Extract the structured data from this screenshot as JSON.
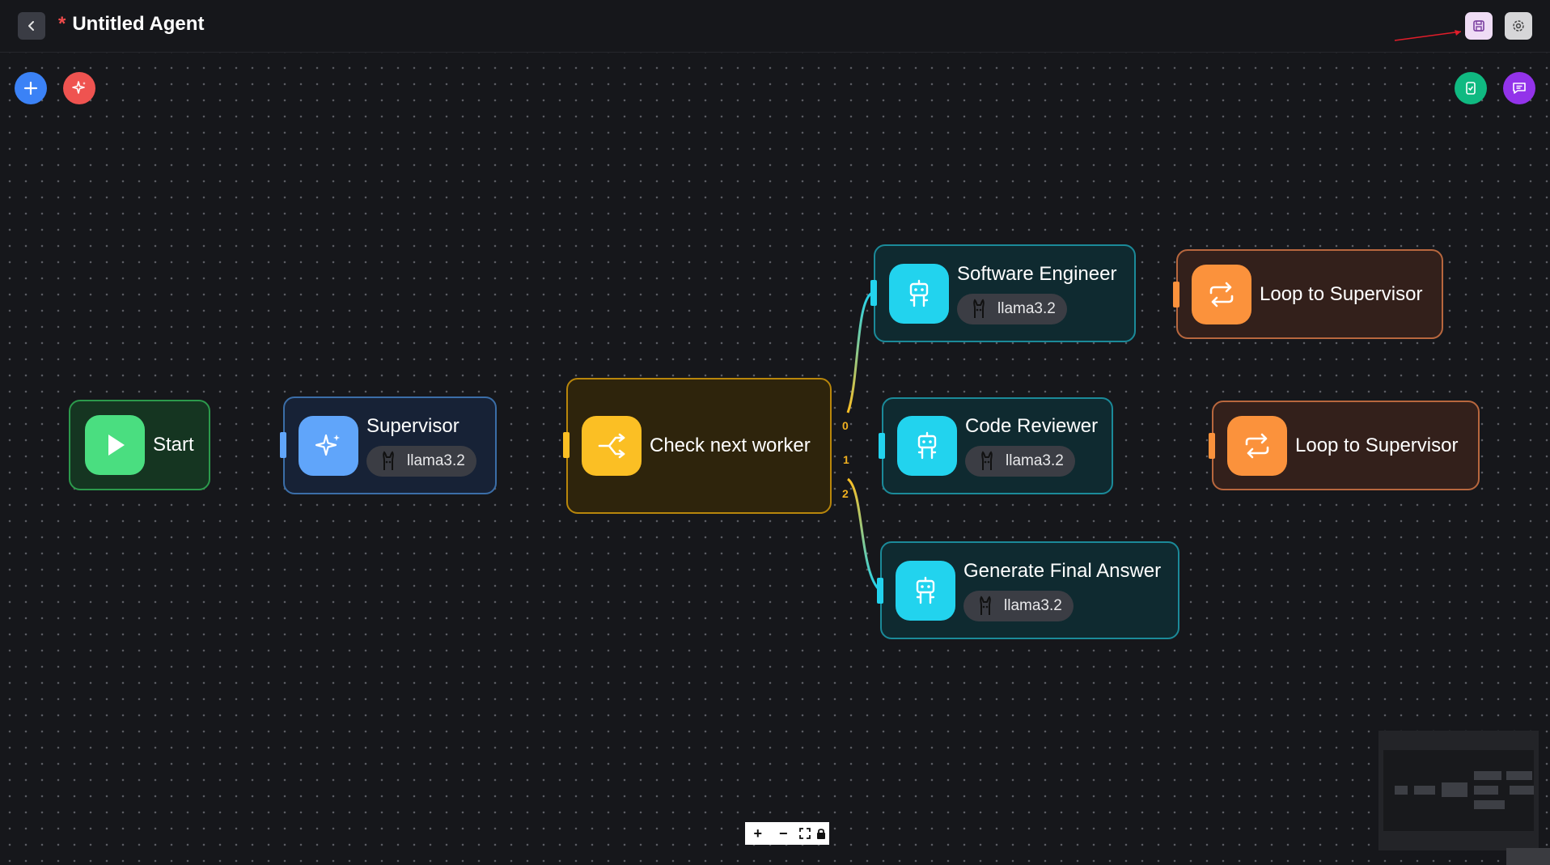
{
  "header": {
    "unsaved_marker": "*",
    "title": "Untitled Agent"
  },
  "flow": {
    "nodes": {
      "start": {
        "label": "Start",
        "icon": "play-icon",
        "color": "#4ade80"
      },
      "supervisor": {
        "label": "Supervisor",
        "model": "llama3.2",
        "icon": "sparkles-icon",
        "color": "#60a5fa"
      },
      "check": {
        "label": "Check next worker",
        "icon": "split-icon",
        "color": "#fbbf24"
      },
      "software_engineer": {
        "label": "Software Engineer",
        "model": "llama3.2",
        "icon": "robot-icon",
        "color": "#22d3ee"
      },
      "code_reviewer": {
        "label": "Code Reviewer",
        "model": "llama3.2",
        "icon": "robot-icon",
        "color": "#22d3ee"
      },
      "final_answer": {
        "label": "Generate Final Answer",
        "model": "llama3.2",
        "icon": "robot-icon",
        "color": "#22d3ee"
      },
      "loop1": {
        "label": "Loop to Supervisor",
        "icon": "loop-icon",
        "color": "#fb923c"
      },
      "loop2": {
        "label": "Loop to Supervisor",
        "icon": "loop-icon",
        "color": "#fb923c"
      }
    },
    "outputs": [
      "0",
      "1",
      "2"
    ]
  },
  "controls": {
    "zoom_in": "+",
    "zoom_out": "−",
    "fit_view_icon": "fit-view-icon",
    "lock_icon": "lock-icon"
  }
}
